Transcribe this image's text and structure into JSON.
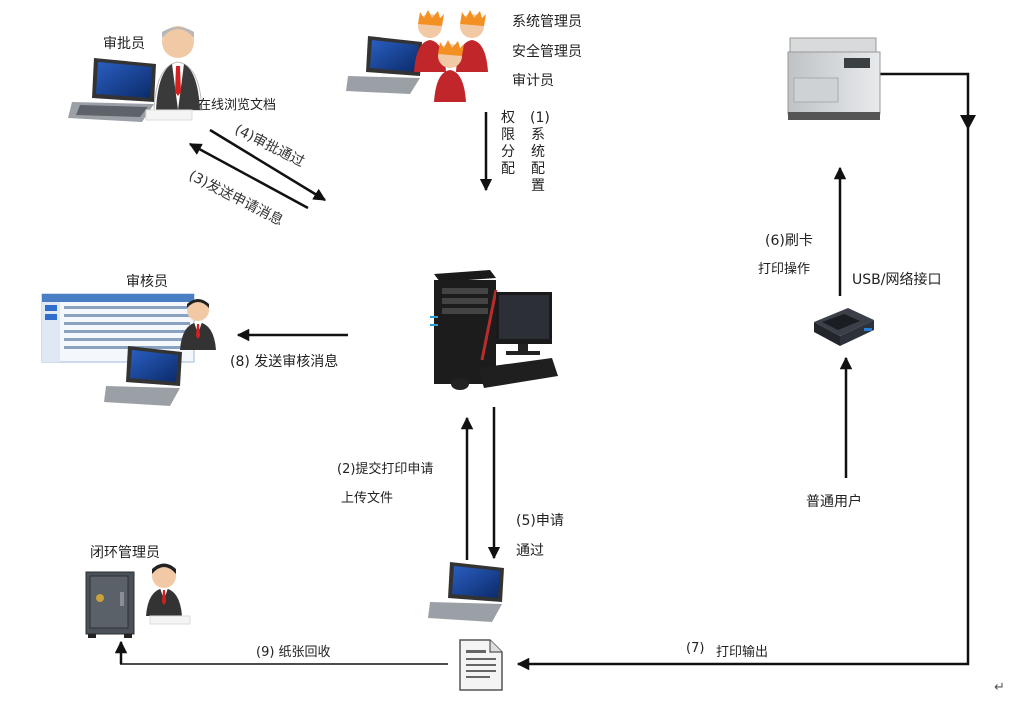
{
  "roles": {
    "approver": "审批员",
    "admins": [
      "系统管理员",
      "安全管理员",
      "审计员"
    ],
    "auditor": "审核员",
    "closed_loop_admin": "闭环管理员",
    "normal_user": "普通用户"
  },
  "labels": {
    "browse_docs": "在线浏览文档",
    "approve_pass": "(4)审批通过",
    "send_request": "(3)发送申请消息",
    "perm_assign": "权限分配",
    "sys_config": "(1)系统配置",
    "send_audit": "(8) 发送审核消息",
    "submit_request": "(2)提交打印申请",
    "upload_file": "上传文件",
    "request_pass_1": "(5)申请",
    "request_pass_2": "通过",
    "swipe_card": "(6)刷卡",
    "print_op": "打印操作",
    "usb_port": "USB/网络接口",
    "paper_recycle": "(9) 纸张回收",
    "print_output_num": "(7)",
    "print_output": "打印输出",
    "para_mark": "↵"
  }
}
